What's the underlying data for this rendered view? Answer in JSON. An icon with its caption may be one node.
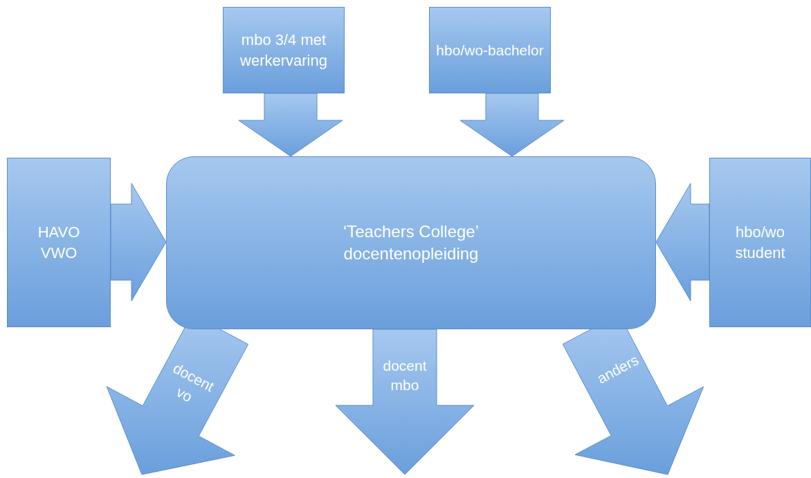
{
  "diagram": {
    "nodes": [
      {
        "text": [
          "mbo 3/4 met werkervaring"
        ]
      },
      {
        "text": [
          "hbo/wo-bachelor"
        ]
      },
      {
        "text": [
          "HAVO VWO"
        ]
      },
      {
        "text": [
          "‘Teachers College’ docentenopleiding"
        ]
      },
      {
        "text": [
          "hbo/wo student"
        ]
      }
    ],
    "edges": [
      {
        "from": 0,
        "to": 3,
        "arrow": "to",
        "style": "thick"
      },
      {
        "from": 1,
        "to": 3,
        "arrow": "to",
        "style": "thick"
      },
      {
        "from": 2,
        "to": 3,
        "arrow": "to",
        "style": "thick"
      },
      {
        "from": 4,
        "to": 3,
        "arrow": "to",
        "style": "thick"
      },
      {
        "from": 3,
        "to": null,
        "arrow": "to",
        "style": "thick",
        "label": "docent vo"
      },
      {
        "from": 3,
        "to": null,
        "arrow": "to",
        "style": "thick",
        "label": "docent mbo"
      },
      {
        "from": 3,
        "to": null,
        "arrow": "to",
        "style": "thick",
        "label": "anders"
      }
    ]
  }
}
